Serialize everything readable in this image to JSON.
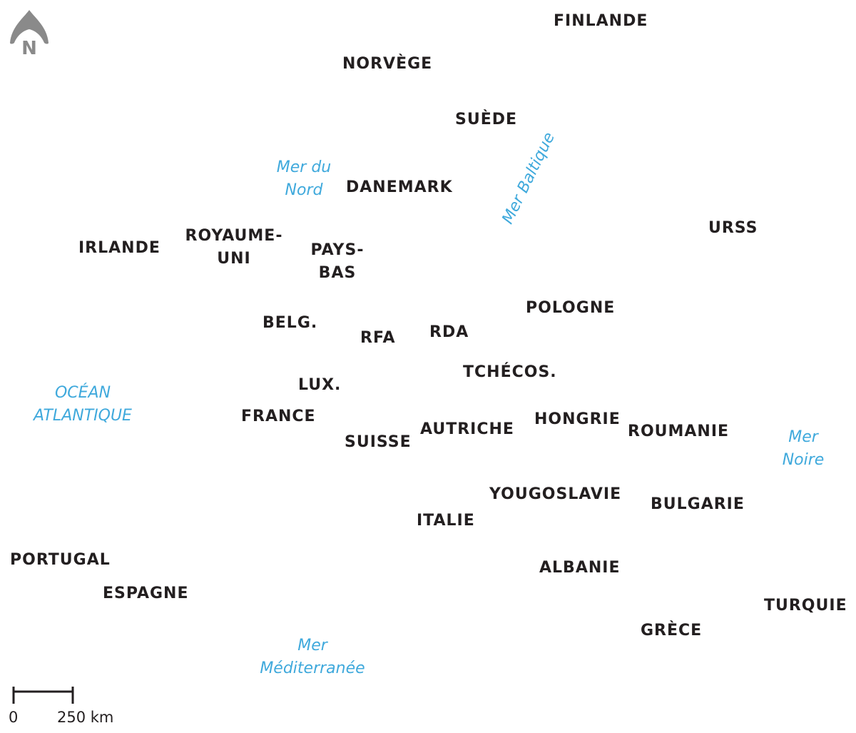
{
  "north_label": "N",
  "countries": {
    "finlande": "FINLANDE",
    "norvege": "NORVÈGE",
    "suede": "SUÈDE",
    "danemark": "DANEMARK",
    "urss": "URSS",
    "irlande": "IRLANDE",
    "royaume_uni_1": "ROYAUME-",
    "royaume_uni_2": "UNI",
    "pays_bas_1": "PAYS-",
    "pays_bas_2": "BAS",
    "pologne": "POLOGNE",
    "belg": "BELG.",
    "rfa": "RFA",
    "rda": "RDA",
    "tchecos": "TCHÉCOS.",
    "lux": "LUX.",
    "france": "FRANCE",
    "hongrie": "HONGRIE",
    "autriche": "AUTRICHE",
    "roumanie": "ROUMANIE",
    "suisse": "SUISSE",
    "yougoslavie": "YOUGOSLAVIE",
    "bulgarie": "BULGARIE",
    "italie": "ITALIE",
    "portugal": "PORTUGAL",
    "albanie": "ALBANIE",
    "espagne": "ESPAGNE",
    "turquie": "TURQUIE",
    "grece": "GRÈCE"
  },
  "seas": {
    "mer_du_nord_1": "Mer du",
    "mer_du_nord_2": "Nord",
    "mer_baltique": "Mer Baltique",
    "ocean_atlantique_1": "OCÉAN",
    "ocean_atlantique_2": "ATLANTIQUE",
    "mer_noire_1": "Mer",
    "mer_noire_2": "Noire",
    "mediterranee_1": "Mer",
    "mediterranee_2": "Méditerranée"
  },
  "scale": {
    "start_label": "0",
    "end_label": "250 km"
  },
  "colors": {
    "country_text": "#231f20",
    "sea_text": "#3fa9dc",
    "north_arrow": "#8a8a8a"
  }
}
